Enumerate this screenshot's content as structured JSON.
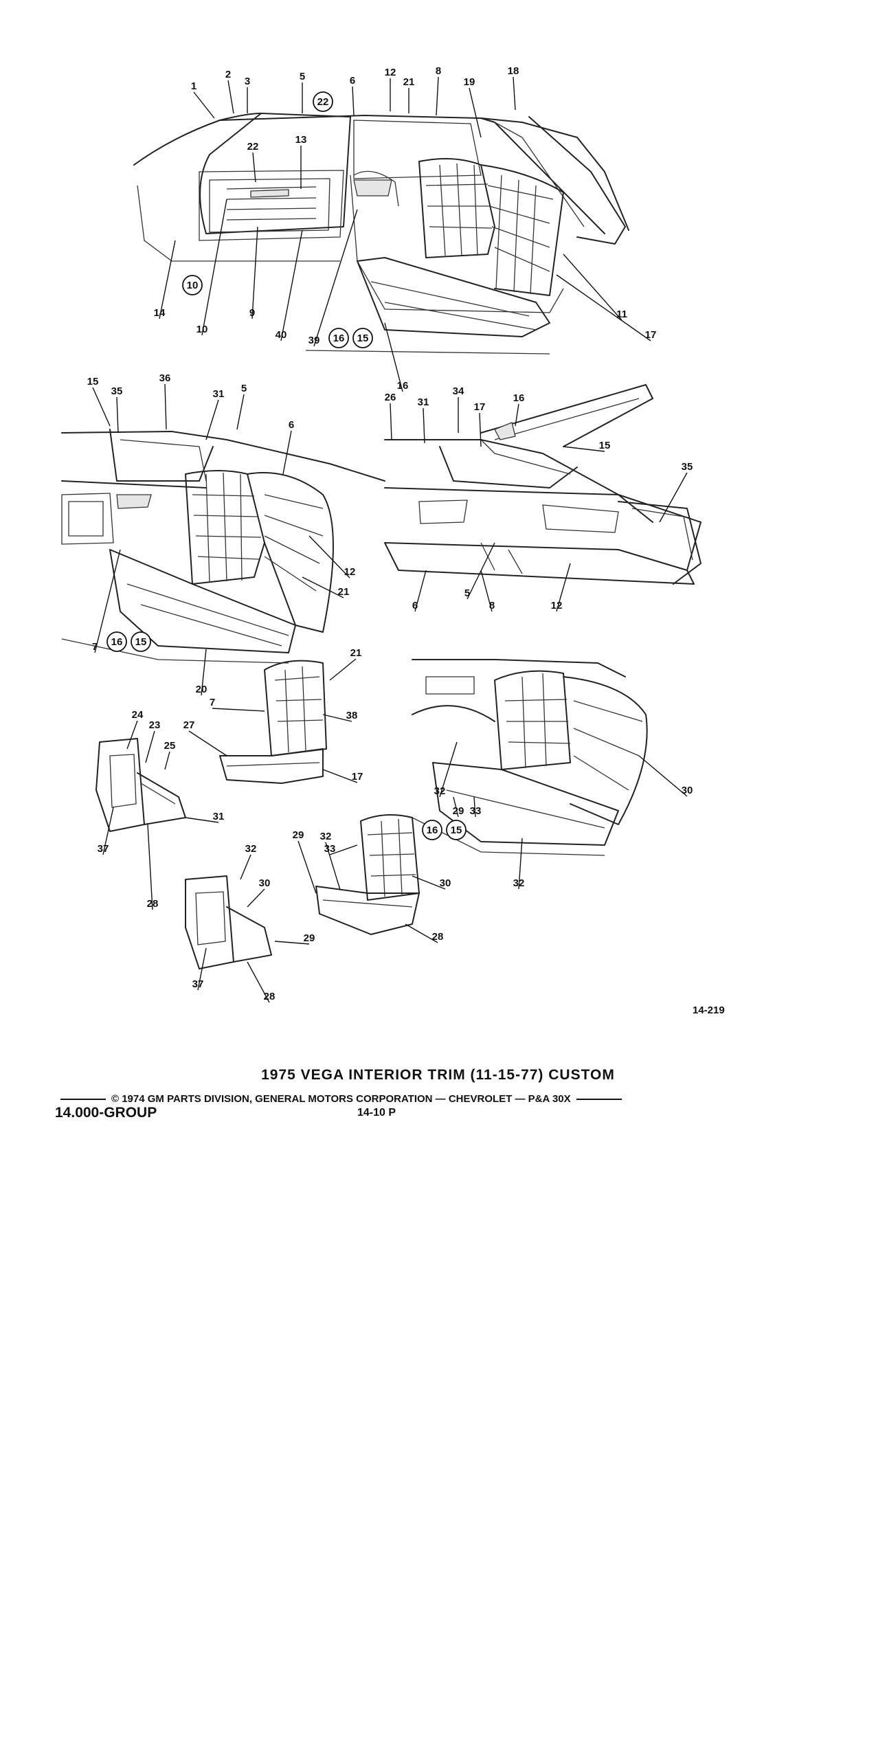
{
  "document": {
    "title": "1975 VEGA INTERIOR TRIM (11-15-77) CUSTOM",
    "credit": "© 1974 GM PARTS DIVISION, GENERAL MOTORS CORPORATION — CHEVROLET — P&A 30X",
    "group": "14.000-GROUP",
    "page_number": "14-10  P",
    "figure_number": "14-219"
  },
  "callouts": [
    "1",
    "2",
    "3",
    "5",
    "6",
    "12",
    "21",
    "8",
    "19",
    "18",
    "22",
    "13",
    "14",
    "9",
    "10",
    "40",
    "39",
    "11",
    "17",
    "16",
    "15",
    "35",
    "36",
    "31",
    "5",
    "6",
    "12",
    "21",
    "7",
    "20",
    "26",
    "31",
    "34",
    "17",
    "16",
    "15",
    "35",
    "5",
    "6",
    "8",
    "12",
    "21",
    "7",
    "38",
    "27",
    "17",
    "24",
    "23",
    "25",
    "37",
    "28",
    "31",
    "32",
    "30",
    "29",
    "37",
    "28",
    "32",
    "33",
    "30",
    "29",
    "28",
    "32",
    "29",
    "33",
    "30",
    "32",
    "28",
    "30",
    "29",
    "17",
    "16",
    "15",
    "36",
    "35"
  ],
  "badges": [
    "22",
    "10",
    "16",
    "15",
    "16",
    "15",
    "16",
    "15"
  ]
}
